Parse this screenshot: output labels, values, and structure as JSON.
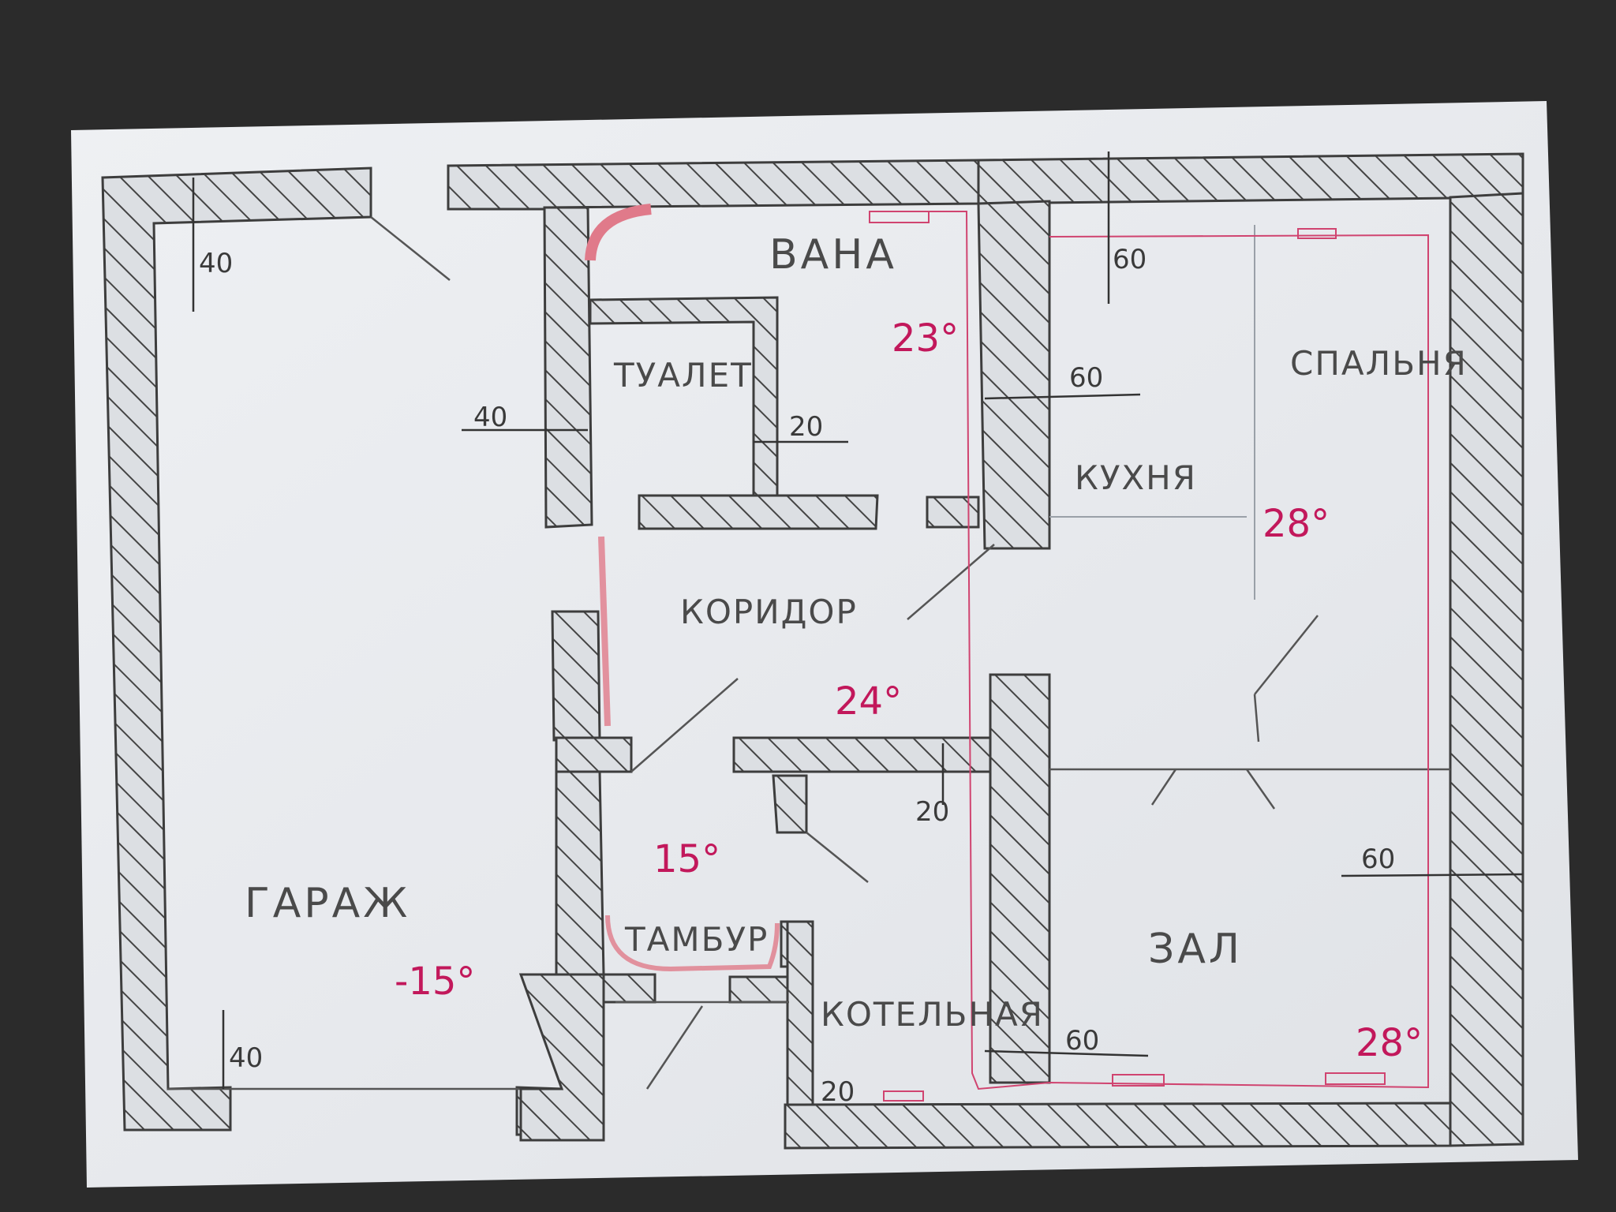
{
  "plan": {
    "rooms": {
      "garage": "ГАРАЖ",
      "bath": "ВАНА",
      "toilet": "ТУАЛЕТ",
      "corridor": "КОРИДОР",
      "kitchen": "КУХНЯ",
      "bedroom": "СПАЛЬНЯ",
      "vestibule": "ТАМБУР",
      "boiler": "КОТЕЛЬНАЯ",
      "hall": "ЗАЛ"
    },
    "temperatures": {
      "garage": "-15°",
      "bath": "23°",
      "corridor": "24°",
      "vestibule": "15°",
      "bedroom": "28°",
      "hall": "28°"
    },
    "dimensions": {
      "garage_top": "40",
      "garage_bottom": "40",
      "toilet_left": "40",
      "toilet_right": "20",
      "kitchen_top": "60",
      "kitchen_wall": "60",
      "boiler_top": "20",
      "boiler_bottom": "20",
      "hall_right": "60",
      "hall_bottom": "60"
    },
    "colors": {
      "background": "#2b2b2b",
      "paper": "#e9ebee",
      "pencil": "#4a4a4a",
      "heating": "#d04470"
    }
  }
}
